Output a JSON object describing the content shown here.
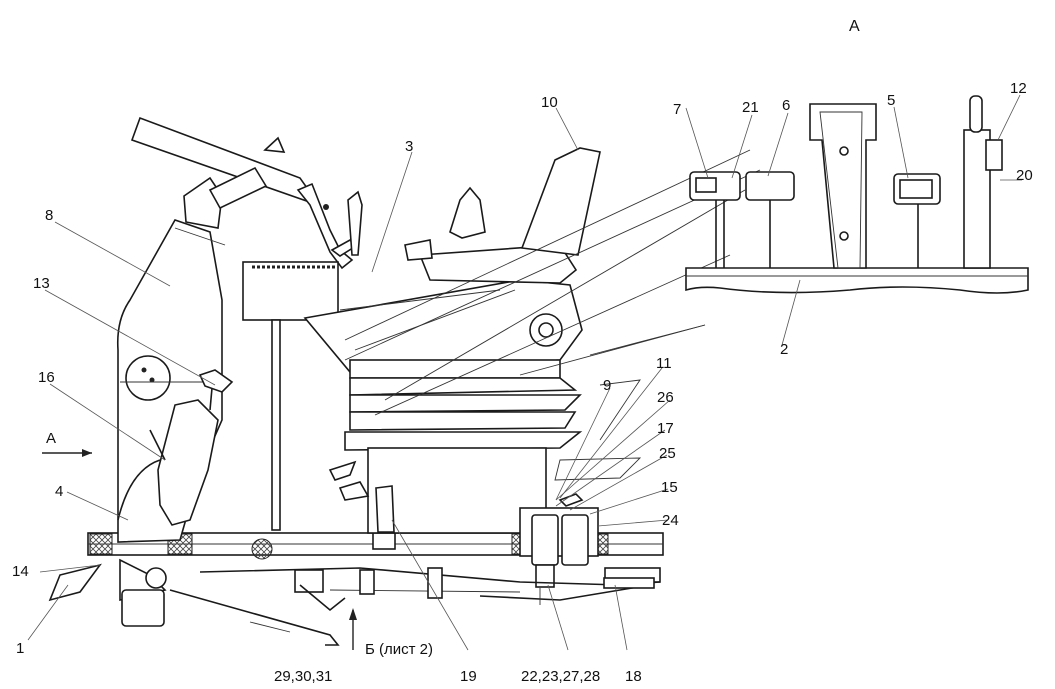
{
  "view_label": "А",
  "arrow_label": "А",
  "section_ref": "Б (лист 2)",
  "callouts": {
    "c1": "1",
    "c2": "2",
    "c3": "3",
    "c4": "4",
    "c5": "5",
    "c6": "6",
    "c7": "7",
    "c8": "8",
    "c9": "9",
    "c10": "10",
    "c11": "11",
    "c12": "12",
    "c13": "13",
    "c14": "14",
    "c15": "15",
    "c16": "16",
    "c17": "17",
    "c18": "18",
    "c19": "19",
    "c20": "20",
    "c21": "21",
    "c24": "24",
    "c25": "25",
    "c26": "26",
    "c22_28": "22,23,27,28",
    "c29_31": "29,30,31"
  }
}
